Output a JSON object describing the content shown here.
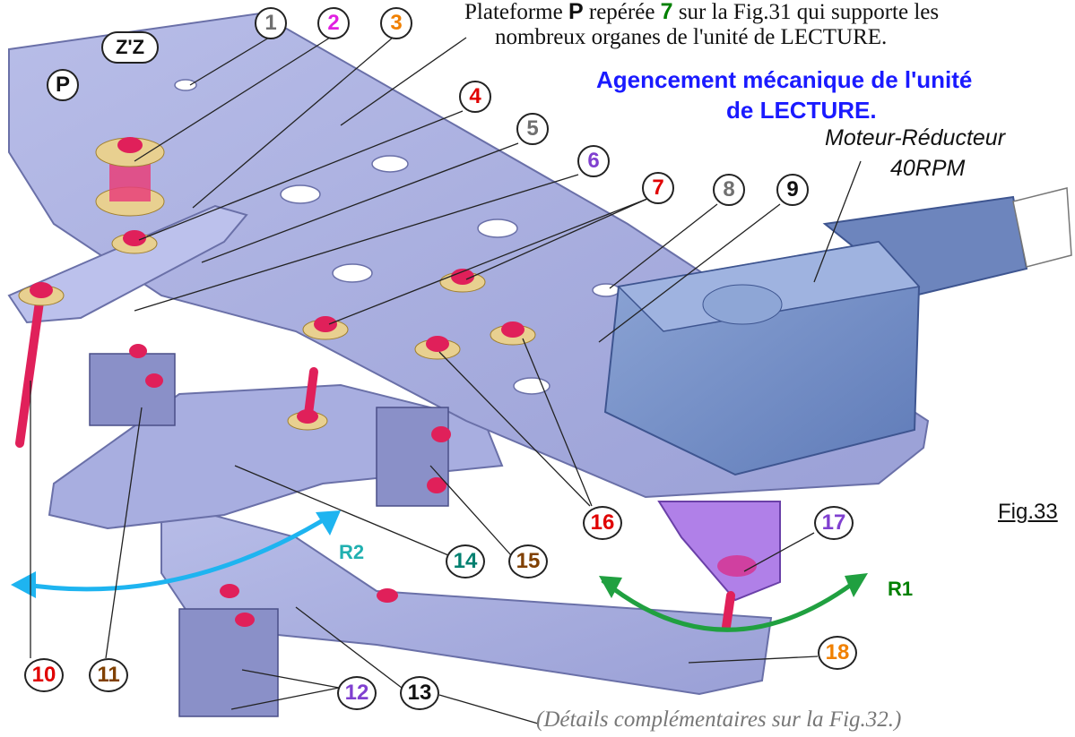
{
  "caption": {
    "line1_pre": "Plateforme ",
    "line1_p": "P",
    "line1_mid": " repérée ",
    "line1_7": "7",
    "line1_post": " sur la Fig.31 qui supporte les",
    "line2": "nombreux organes de l'unité de LECTURE."
  },
  "title": {
    "line1": "Agencement mécanique de l'unité",
    "line2": "de LECTURE."
  },
  "motor": {
    "line1": "Moteur-Réducteur",
    "line2": "40RPM"
  },
  "figure_label": "Fig.33",
  "details_note": "(Détails complémentaires sur la Fig.32.)",
  "labels": {
    "P": "P",
    "ZZ": "Z'Z",
    "n1": "1",
    "n2": "2",
    "n3": "3",
    "n4": "4",
    "n5": "5",
    "n6": "6",
    "n7": "7",
    "n8": "8",
    "n9": "9",
    "n10": "10",
    "n11": "11",
    "n12": "12",
    "n13": "13",
    "n14": "14",
    "n15": "15",
    "n16": "16",
    "n17": "17",
    "n18": "18",
    "R2": "R2",
    "R1": "R1"
  },
  "colors": {
    "gray": "#707070",
    "magenta": "#e020e0",
    "orange": "#f08000",
    "red": "#e00000",
    "violet": "#8040d0",
    "green": "#008000",
    "brown": "#804000",
    "teal": "#008070",
    "black": "#111111",
    "title_blue": "#1a1aff",
    "arrow_blue": "#1eb4f0",
    "arrow_green": "#20a040"
  }
}
